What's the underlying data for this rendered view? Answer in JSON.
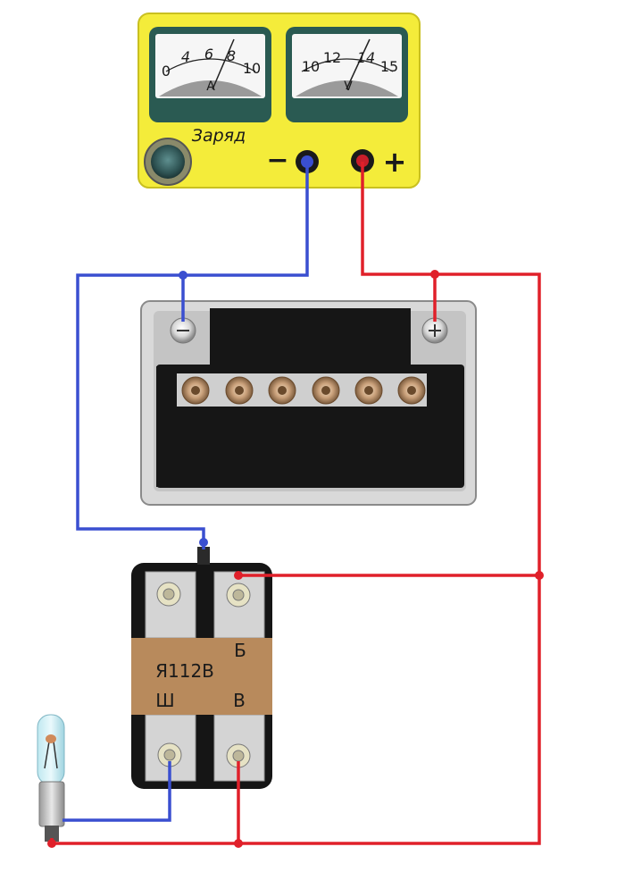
{
  "charger": {
    "label": "Заряд",
    "minus": "−",
    "plus": "+",
    "ammeter": {
      "ticks": [
        "0",
        "4",
        "6",
        "8",
        "10"
      ],
      "unit": "A"
    },
    "voltmeter": {
      "ticks": [
        "10",
        "12",
        "14",
        "15"
      ],
      "unit": "V"
    }
  },
  "regulator": {
    "model": "Я112В",
    "terminal_b": "Б",
    "terminal_sh": "Ш",
    "terminal_v": "В"
  },
  "colors": {
    "charger_body": "#f4ec3a",
    "wire_negative": "#3a4fd0",
    "wire_positive": "#e0202a",
    "battery_case": "#1c1c1c",
    "regulator_band": "#b88a5c"
  }
}
